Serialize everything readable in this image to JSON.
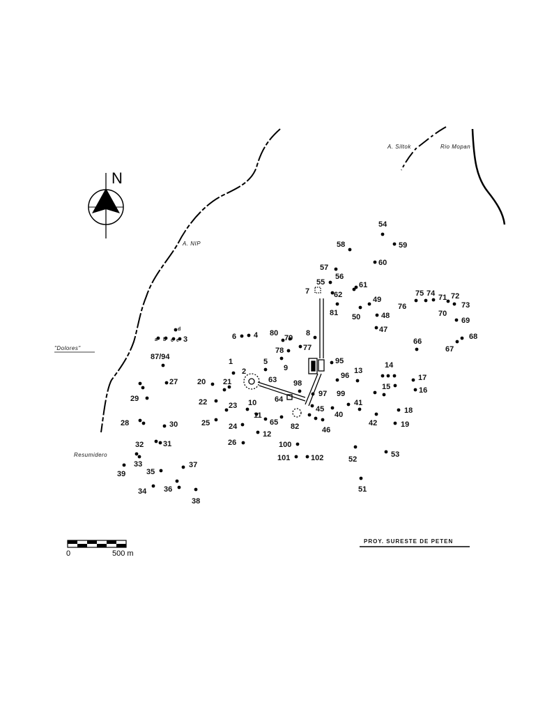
{
  "north": {
    "label": "N",
    "icon": "north-arrow-icon"
  },
  "scale": {
    "start": "0",
    "end": "500 m"
  },
  "project": "PROY. SURESTE DE PETEN",
  "places": {
    "nip": "A. NIP",
    "siltok": "A. Siltok",
    "rio_mopan": "Rio Mopan",
    "dolores": "\"Dolores\"",
    "resumidero": "Resumidero"
  },
  "sites": {
    "s1": "1",
    "s2": "2",
    "s3": "3",
    "s4": "4",
    "s5": "5",
    "s6": "6",
    "s7": "7",
    "s8": "8",
    "s9": "9",
    "s10": "10",
    "s11": "11",
    "s12": "12",
    "s13": "13",
    "s14": "14",
    "s15": "15",
    "s16": "16",
    "s17": "17",
    "s18": "18",
    "s19": "19",
    "s20": "20",
    "s21": "21",
    "s22": "22",
    "s23": "23",
    "s24": "24",
    "s25": "25",
    "s26": "26",
    "s27": "27",
    "s28": "28",
    "s29": "29",
    "s30": "30",
    "s31": "31",
    "s32": "32",
    "s33": "33",
    "s34": "34",
    "s35": "35",
    "s36": "36",
    "s37": "37",
    "s38": "38",
    "s39": "39",
    "s40": "40",
    "s41": "41",
    "s42": "42",
    "s45": "45",
    "s46": "46",
    "s47": "47",
    "s48": "48",
    "s49": "49",
    "s50": "50",
    "s51": "51",
    "s52": "52",
    "s53": "53",
    "s54": "54",
    "s55": "55",
    "s56": "56",
    "s57": "57",
    "s58": "58",
    "s59": "59",
    "s60": "60",
    "s61": "61",
    "s62": "62",
    "s63": "63",
    "s64": "64",
    "s65": "65",
    "s66": "66",
    "s67": "67",
    "s68": "68",
    "s69": "69",
    "s70": "70",
    "s71": "71",
    "s72": "72",
    "s73": "73",
    "s74": "74",
    "s75": "75",
    "s76": "76",
    "s77": "77",
    "s78": "78",
    "s79": "79",
    "s80": "80",
    "s81": "81",
    "s82": "82",
    "s87_94": "87/94",
    "s95": "95",
    "s96": "96",
    "s97": "97",
    "s98": "98",
    "s99": "99",
    "s100": "100",
    "s101": "101",
    "s102": "102",
    "sa": "a",
    "sb": "b",
    "sc": "c",
    "sd": "d",
    "se": "e"
  }
}
